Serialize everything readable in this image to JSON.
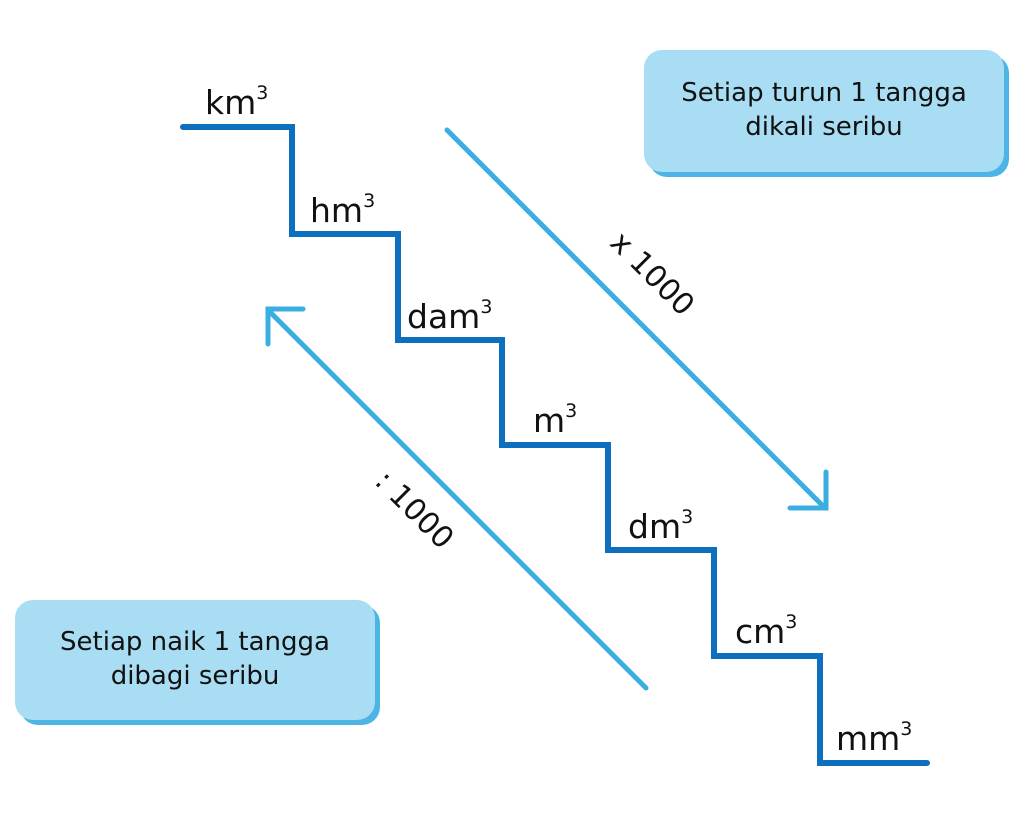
{
  "units": [
    {
      "base": "km",
      "exp": "3"
    },
    {
      "base": "hm",
      "exp": "3"
    },
    {
      "base": "dam",
      "exp": "3"
    },
    {
      "base": "m",
      "exp": "3"
    },
    {
      "base": "dm",
      "exp": "3"
    },
    {
      "base": "cm",
      "exp": "3"
    },
    {
      "base": "mm",
      "exp": "3"
    }
  ],
  "down_arrow_label": "x 1000",
  "up_arrow_label": ": 1000",
  "box_down": {
    "line1": "Setiap turun 1 tangga",
    "line2": "dikali seribu"
  },
  "box_up": {
    "line1": "Setiap naik 1 tangga",
    "line2": "dibagi seribu"
  },
  "colors": {
    "stairs": "#0f6fbf",
    "arrows": "#3aaee0",
    "box": "#a9ddf3",
    "box_shadow": "#4db4e6"
  }
}
